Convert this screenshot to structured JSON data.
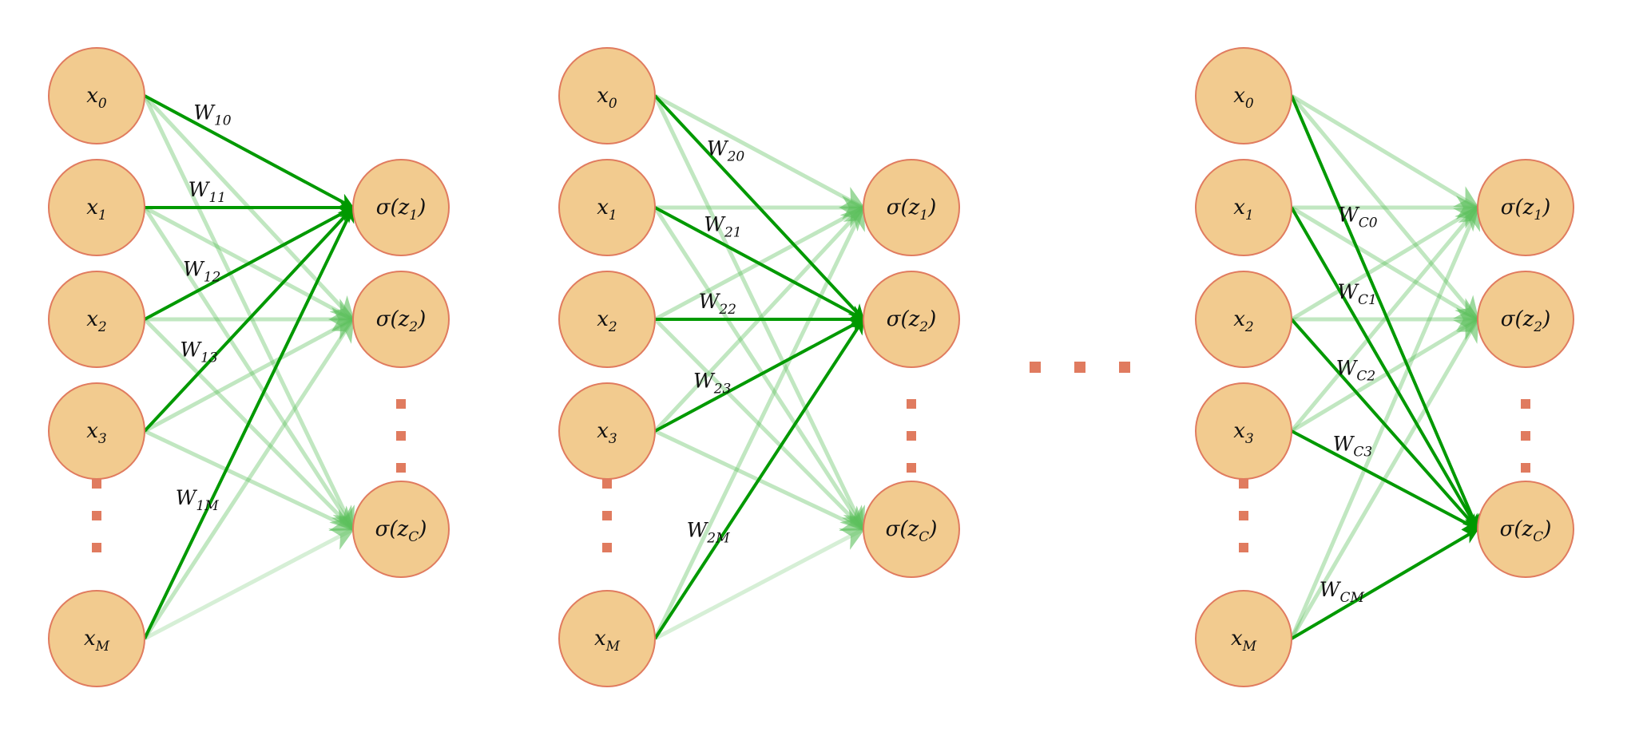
{
  "colors": {
    "node_fill": "#f2cb8f",
    "node_stroke": "#e07b5f",
    "edge_strong": "#009900",
    "edge_weak": "#5cbf5c",
    "ellipsis": "#e07b5f"
  },
  "inputs": [
    {
      "base": "x",
      "sub": "0"
    },
    {
      "base": "x",
      "sub": "1"
    },
    {
      "base": "x",
      "sub": "2"
    },
    {
      "base": "x",
      "sub": "3"
    },
    {
      "base": "x",
      "sub": "M"
    }
  ],
  "outputs": [
    {
      "base": "σ(z",
      "sub": "1",
      "close": ")"
    },
    {
      "base": "σ(z",
      "sub": "2",
      "close": ")"
    },
    {
      "base": "σ(z",
      "sub": "C",
      "close": ")"
    }
  ],
  "networks": [
    {
      "highlight_output": 0,
      "weight_prefix": "W",
      "weights": [
        {
          "base": "W",
          "sub": "10"
        },
        {
          "base": "W",
          "sub": "11"
        },
        {
          "base": "W",
          "sub": "12"
        },
        {
          "base": "W",
          "sub": "13"
        },
        {
          "base": "W",
          "sub": "1M"
        }
      ]
    },
    {
      "highlight_output": 1,
      "weights": [
        {
          "base": "W",
          "sub": "20"
        },
        {
          "base": "W",
          "sub": "21"
        },
        {
          "base": "W",
          "sub": "22"
        },
        {
          "base": "W",
          "sub": "23"
        },
        {
          "base": "W",
          "sub": "2M"
        }
      ]
    },
    {
      "highlight_output": 2,
      "weights": [
        {
          "base": "W",
          "sub": "C0"
        },
        {
          "base": "W",
          "sub": "C1"
        },
        {
          "base": "W",
          "sub": "C2"
        },
        {
          "base": "W",
          "sub": "C3"
        },
        {
          "base": "W",
          "sub": "CM"
        }
      ]
    }
  ]
}
